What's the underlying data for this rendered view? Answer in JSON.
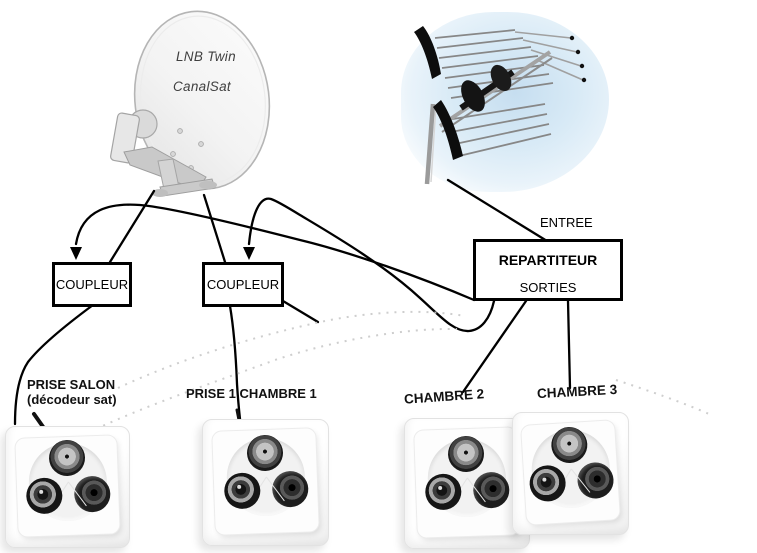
{
  "dish": {
    "label_line1": "LNB Twin",
    "label_line2": "CanalSat"
  },
  "couplers": [
    {
      "label": "COUPLEUR"
    },
    {
      "label": "COUPLEUR"
    }
  ],
  "splitter": {
    "label": "REPARTITEUR",
    "input_label": "ENTREE",
    "output_label": "SORTIES"
  },
  "outlets": [
    {
      "label": "PRISE SALON",
      "sublabel": "(décodeur sat)"
    },
    {
      "label": "PRISE 1 CHAMBRE 1"
    },
    {
      "label": "CHAMBRE 2"
    },
    {
      "label": "CHAMBRE 3"
    }
  ],
  "connections": [
    {
      "from": "satellite-dish-lnb",
      "to": "coupler-1",
      "arrow": false
    },
    {
      "from": "satellite-dish-lnb",
      "to": "coupler-2",
      "arrow": false
    },
    {
      "from": "tv-antenna",
      "to": "splitter-input",
      "arrow": false
    },
    {
      "from": "splitter-output",
      "to": "coupler-1",
      "arrow": true
    },
    {
      "from": "splitter-output",
      "to": "coupler-2",
      "arrow": true
    },
    {
      "from": "splitter-output",
      "to": "outlet-chambre-2",
      "arrow": false
    },
    {
      "from": "splitter-output",
      "to": "outlet-chambre-3",
      "arrow": false
    },
    {
      "from": "coupler-1",
      "to": "outlet-prise-salon",
      "arrow": false
    },
    {
      "from": "coupler-2",
      "to": "outlet-prise-1-chambre-1",
      "arrow": false
    }
  ],
  "colors": {
    "wire": "#000000",
    "box_border": "#000000",
    "sky_blue": "#d8eaf6"
  }
}
